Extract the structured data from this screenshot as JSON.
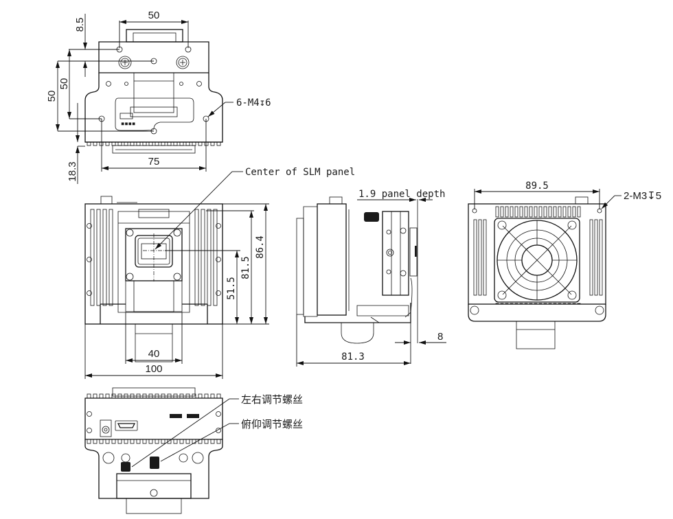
{
  "drawing": {
    "title": "SLM device outline dimensions",
    "views": {
      "top_view": {
        "dimensions": {
          "top_width": "50",
          "offset_top": "8.5",
          "hole_spacing_inner": "50",
          "hole_spacing_outer": "50",
          "bottom_width": "75",
          "bottom_offset": "18.3"
        },
        "callout_holes": "6-M4↧6"
      },
      "front_view": {
        "callout_center": "Center of SLM panel",
        "dimensions": {
          "height_total": "86.4",
          "height_body": "81.5",
          "panel_center_height": "51.5",
          "mount_width": "40",
          "body_width": "100"
        }
      },
      "side_view": {
        "dimensions": {
          "panel_depth": "1.9 panel depth",
          "plate_offset": "8",
          "depth_total": "81.3"
        }
      },
      "rear_fan_view": {
        "dimensions": {
          "hole_spacing": "89.5"
        },
        "callout_holes": "2-M3↧5"
      },
      "bottom_view": {
        "callouts": {
          "horizontal_screw": "左右调节螺丝",
          "tilt_screw": "俯仰调节螺丝"
        }
      }
    },
    "colors": {
      "line": "#111111",
      "background": "#ffffff"
    }
  }
}
